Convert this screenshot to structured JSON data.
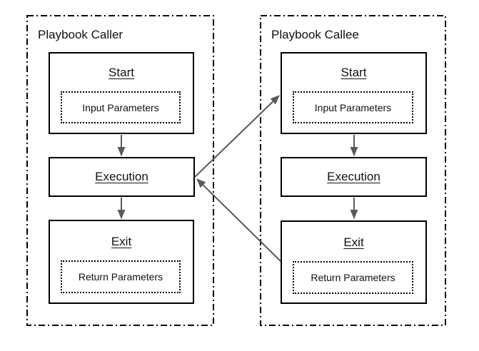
{
  "panels": {
    "caller": {
      "title": "Playbook Caller",
      "start_label": "Start",
      "input_label": "Input Parameters",
      "execution_label": "Execution",
      "exit_label": "Exit",
      "return_label": "Return Parameters"
    },
    "callee": {
      "title": "Playbook Callee",
      "start_label": "Start",
      "input_label": "Input Parameters",
      "execution_label": "Execution",
      "exit_label": "Exit",
      "return_label": "Return Parameters"
    }
  },
  "colors": {
    "arrow": "#595959",
    "box_border": "#000000",
    "panel_border": "#000000",
    "background": "#ffffff"
  }
}
